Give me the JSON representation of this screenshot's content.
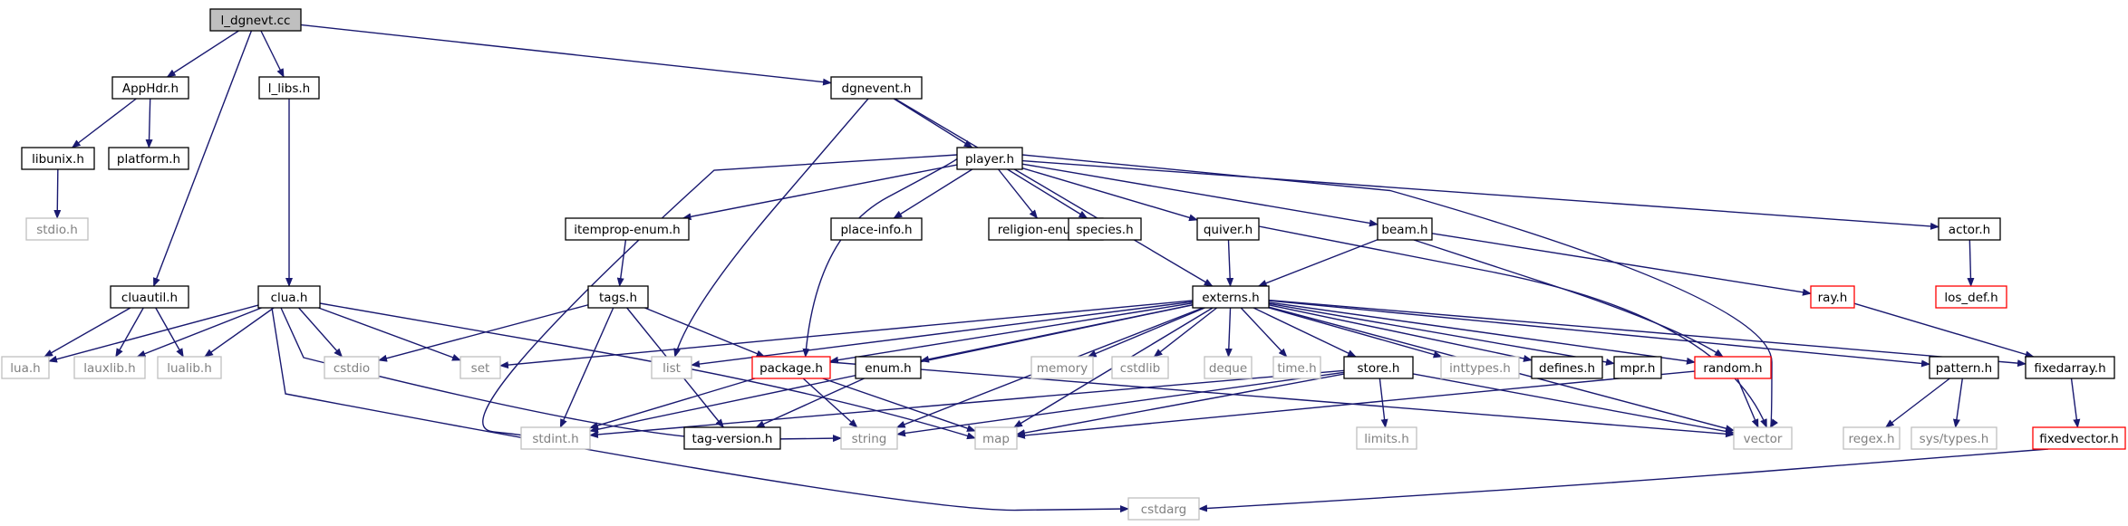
{
  "colors": {
    "edge": "#191970",
    "root_fill": "#bfbfbf",
    "documented_border": "#000000",
    "external_border": "#bfbfbf",
    "truncated_border": "#ff0000",
    "documented_text": "#000000",
    "external_text": "#808080"
  },
  "nodes": [
    {
      "id": "root",
      "label": "l_dgnevt.cc",
      "kind": "root"
    },
    {
      "id": "apphdr",
      "label": "AppHdr.h",
      "kind": "documented"
    },
    {
      "id": "l_libs",
      "label": "l_libs.h",
      "kind": "documented"
    },
    {
      "id": "dgnevent",
      "label": "dgnevent.h",
      "kind": "documented"
    },
    {
      "id": "libunix",
      "label": "libunix.h",
      "kind": "documented"
    },
    {
      "id": "platform",
      "label": "platform.h",
      "kind": "documented"
    },
    {
      "id": "stdio",
      "label": "stdio.h",
      "kind": "external"
    },
    {
      "id": "player",
      "label": "player.h",
      "kind": "documented"
    },
    {
      "id": "itemprop",
      "label": "itemprop-enum.h",
      "kind": "documented"
    },
    {
      "id": "placeinfo",
      "label": "place-info.h",
      "kind": "documented"
    },
    {
      "id": "religion",
      "label": "religion-enum.h",
      "kind": "documented"
    },
    {
      "id": "species",
      "label": "species.h",
      "kind": "documented"
    },
    {
      "id": "quiver",
      "label": "quiver.h",
      "kind": "documented"
    },
    {
      "id": "beam",
      "label": "beam.h",
      "kind": "documented"
    },
    {
      "id": "actor",
      "label": "actor.h",
      "kind": "documented"
    },
    {
      "id": "cluautil",
      "label": "cluautil.h",
      "kind": "documented"
    },
    {
      "id": "clua",
      "label": "clua.h",
      "kind": "documented"
    },
    {
      "id": "tags",
      "label": "tags.h",
      "kind": "documented"
    },
    {
      "id": "externs",
      "label": "externs.h",
      "kind": "documented"
    },
    {
      "id": "ray",
      "label": "ray.h",
      "kind": "truncated"
    },
    {
      "id": "losdef",
      "label": "los_def.h",
      "kind": "truncated"
    },
    {
      "id": "lua",
      "label": "lua.h",
      "kind": "external"
    },
    {
      "id": "lauxlib",
      "label": "lauxlib.h",
      "kind": "external"
    },
    {
      "id": "lualib",
      "label": "lualib.h",
      "kind": "external"
    },
    {
      "id": "cstdio",
      "label": "cstdio",
      "kind": "external"
    },
    {
      "id": "set",
      "label": "set",
      "kind": "external"
    },
    {
      "id": "list",
      "label": "list",
      "kind": "external"
    },
    {
      "id": "package",
      "label": "package.h",
      "kind": "truncated"
    },
    {
      "id": "enum",
      "label": "enum.h",
      "kind": "documented"
    },
    {
      "id": "memory",
      "label": "memory",
      "kind": "external"
    },
    {
      "id": "cstdlib",
      "label": "cstdlib",
      "kind": "external"
    },
    {
      "id": "deque",
      "label": "deque",
      "kind": "external"
    },
    {
      "id": "time",
      "label": "time.h",
      "kind": "external"
    },
    {
      "id": "store",
      "label": "store.h",
      "kind": "documented"
    },
    {
      "id": "inttypes",
      "label": "inttypes.h",
      "kind": "external"
    },
    {
      "id": "defines",
      "label": "defines.h",
      "kind": "documented"
    },
    {
      "id": "mpr",
      "label": "mpr.h",
      "kind": "documented"
    },
    {
      "id": "random",
      "label": "random.h",
      "kind": "truncated"
    },
    {
      "id": "pattern",
      "label": "pattern.h",
      "kind": "documented"
    },
    {
      "id": "fixedarray",
      "label": "fixedarray.h",
      "kind": "documented"
    },
    {
      "id": "stdint",
      "label": "stdint.h",
      "kind": "external"
    },
    {
      "id": "tagversion",
      "label": "tag-version.h",
      "kind": "documented"
    },
    {
      "id": "string",
      "label": "string",
      "kind": "external"
    },
    {
      "id": "map",
      "label": "map",
      "kind": "external"
    },
    {
      "id": "limits",
      "label": "limits.h",
      "kind": "external"
    },
    {
      "id": "vector",
      "label": "vector",
      "kind": "external"
    },
    {
      "id": "regex",
      "label": "regex.h",
      "kind": "external"
    },
    {
      "id": "systypes",
      "label": "sys/types.h",
      "kind": "external"
    },
    {
      "id": "fixedvector",
      "label": "fixedvector.h",
      "kind": "truncated"
    },
    {
      "id": "cstdarg",
      "label": "cstdarg",
      "kind": "external"
    }
  ],
  "edges": [
    [
      "root",
      "apphdr"
    ],
    [
      "root",
      "l_libs"
    ],
    [
      "root",
      "dgnevent"
    ],
    [
      "root",
      "cluautil"
    ],
    [
      "apphdr",
      "libunix"
    ],
    [
      "apphdr",
      "platform"
    ],
    [
      "libunix",
      "stdio"
    ],
    [
      "l_libs",
      "clua"
    ],
    [
      "dgnevent",
      "player"
    ],
    [
      "dgnevent",
      "list"
    ],
    [
      "dgnevent",
      "externs"
    ],
    [
      "player",
      "itemprop"
    ],
    [
      "player",
      "placeinfo"
    ],
    [
      "player",
      "religion"
    ],
    [
      "player",
      "species"
    ],
    [
      "player",
      "quiver"
    ],
    [
      "player",
      "beam"
    ],
    [
      "player",
      "actor"
    ],
    [
      "player",
      "package"
    ],
    [
      "player",
      "stdint"
    ],
    [
      "player",
      "vector"
    ],
    [
      "itemprop",
      "tags"
    ],
    [
      "quiver",
      "externs"
    ],
    [
      "quiver",
      "vector"
    ],
    [
      "beam",
      "externs"
    ],
    [
      "beam",
      "ray"
    ],
    [
      "beam",
      "random"
    ],
    [
      "actor",
      "losdef"
    ],
    [
      "ray",
      "fixedarray"
    ],
    [
      "cluautil",
      "lua"
    ],
    [
      "cluautil",
      "lauxlib"
    ],
    [
      "cluautil",
      "lualib"
    ],
    [
      "clua",
      "lua"
    ],
    [
      "clua",
      "lauxlib"
    ],
    [
      "clua",
      "lualib"
    ],
    [
      "clua",
      "cstdio"
    ],
    [
      "clua",
      "set"
    ],
    [
      "clua",
      "string"
    ],
    [
      "clua",
      "map"
    ],
    [
      "clua",
      "cstdarg"
    ],
    [
      "tags",
      "cstdio"
    ],
    [
      "tags",
      "package"
    ],
    [
      "tags",
      "stdint"
    ],
    [
      "tags",
      "tagversion"
    ],
    [
      "externs",
      "list"
    ],
    [
      "externs",
      "set"
    ],
    [
      "externs",
      "package"
    ],
    [
      "externs",
      "enum"
    ],
    [
      "externs",
      "memory"
    ],
    [
      "externs",
      "cstdlib"
    ],
    [
      "externs",
      "deque"
    ],
    [
      "externs",
      "time"
    ],
    [
      "externs",
      "store"
    ],
    [
      "externs",
      "inttypes"
    ],
    [
      "externs",
      "defines"
    ],
    [
      "externs",
      "mpr"
    ],
    [
      "externs",
      "random"
    ],
    [
      "externs",
      "pattern"
    ],
    [
      "externs",
      "fixedarray"
    ],
    [
      "externs",
      "stdint"
    ],
    [
      "externs",
      "string"
    ],
    [
      "externs",
      "map"
    ],
    [
      "externs",
      "vector"
    ],
    [
      "package",
      "stdint"
    ],
    [
      "package",
      "string"
    ],
    [
      "package",
      "map"
    ],
    [
      "package",
      "vector"
    ],
    [
      "enum",
      "tagversion"
    ],
    [
      "store",
      "stdint"
    ],
    [
      "store",
      "string"
    ],
    [
      "store",
      "map"
    ],
    [
      "store",
      "limits"
    ],
    [
      "store",
      "vector"
    ],
    [
      "random",
      "map"
    ],
    [
      "random",
      "vector"
    ],
    [
      "pattern",
      "regex"
    ],
    [
      "pattern",
      "systypes"
    ],
    [
      "fixedarray",
      "fixedvector"
    ],
    [
      "fixedvector",
      "cstdarg"
    ]
  ]
}
